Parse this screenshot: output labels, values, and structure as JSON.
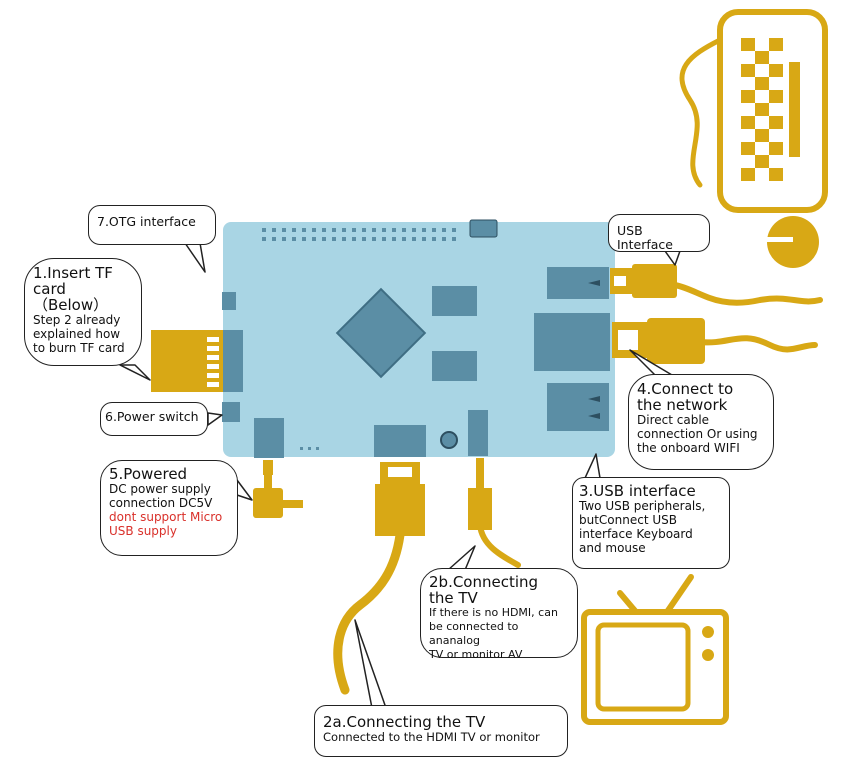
{
  "callouts": {
    "otg": {
      "title": "7.OTG interface"
    },
    "tf_card": {
      "title_line1": "1.Insert TF",
      "title_line2": "card（Below）",
      "body": [
        "Step 2 already",
        "explained how",
        "to burn TF card"
      ]
    },
    "power_switch": {
      "title": "6.Power switch"
    },
    "powered": {
      "title": "5.Powered",
      "body": [
        "DC power supply",
        "connection DC5V"
      ],
      "warning": [
        "dont support Micro",
        "USB supply"
      ]
    },
    "usb_interface_top": {
      "title": "USB Interface"
    },
    "network": {
      "title_line1": "4.Connect to",
      "title_line2": "the network",
      "body": [
        "Direct cable",
        "connection Or using",
        "the onboard WIFI"
      ]
    },
    "usb_interface": {
      "title": "3.USB interface",
      "body": [
        "Two USB peripherals,",
        "butConnect USB",
        "interface Keyboard",
        "and mouse"
      ]
    },
    "tv_analog": {
      "title_line1": "2b.Connecting",
      "title_line2": "the TV",
      "body": [
        "If there is no HDMI, can",
        "be connected to ananalog",
        "TV or monitor AV"
      ]
    },
    "tv_hdmi": {
      "title": "2a.Connecting the TV",
      "body": "Connected to the HDMI TV or monitor"
    }
  },
  "colors": {
    "board": "#a9d5e4",
    "chip": "#5b8ea5",
    "cable": "#d8a815",
    "warning_text": "#d9302a"
  }
}
